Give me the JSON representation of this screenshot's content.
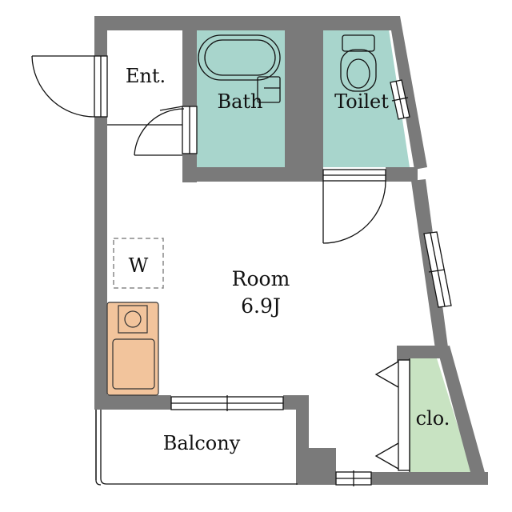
{
  "rooms": {
    "entrance": "Ent.",
    "bath": "Bath",
    "toilet": "Toilet",
    "washer": "W",
    "room": "Room",
    "room_size": "6.9J",
    "closet": "clo.",
    "balcony": "Balcony"
  },
  "colors": {
    "wall": "#7a7a7a",
    "wet_area": "#a8d5cc",
    "closet": "#c8e3c2",
    "kitchen": "#f2c49c",
    "line": "#111111"
  }
}
